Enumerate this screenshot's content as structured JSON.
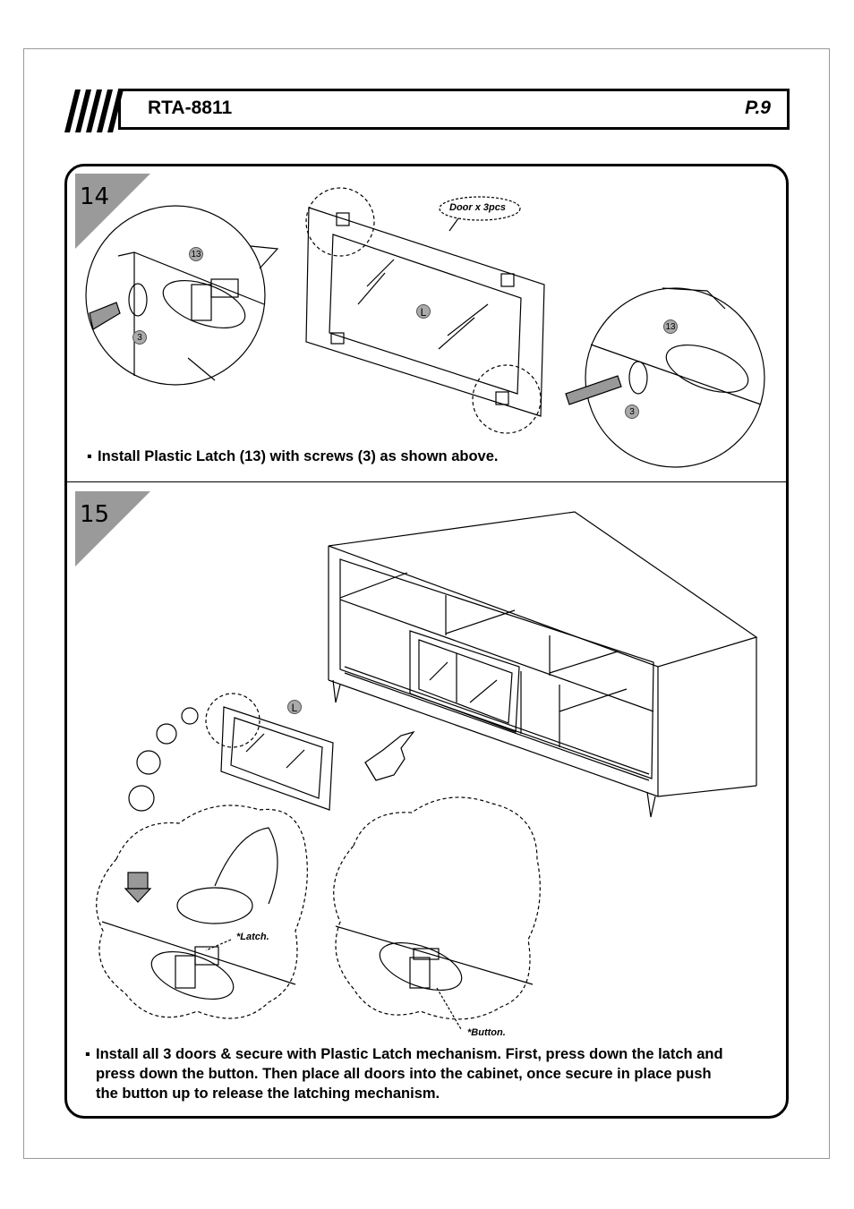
{
  "header": {
    "model": "RTA-8811",
    "page": "P.9"
  },
  "step14": {
    "number": "14",
    "callout": "Door x 3pcs",
    "part_latch": "13",
    "part_screw": "3",
    "part_door": "L",
    "instruction": "Install Plastic Latch (13) with screws (3) as shown above."
  },
  "step15": {
    "number": "15",
    "part_door": "L",
    "latch_label": "*Latch.",
    "button_label": "*Button.",
    "instruction_lines": [
      "Install all 3 doors & secure with Plastic Latch mechanism. First, press down the latch and",
      "press down the button. Then place all doors into the cabinet, once secure in place push",
      "the button up to release the latching mechanism."
    ]
  },
  "colors": {
    "step_triangle": "#9a9a9a",
    "badge": "#aaaaaa",
    "border": "#000000"
  }
}
